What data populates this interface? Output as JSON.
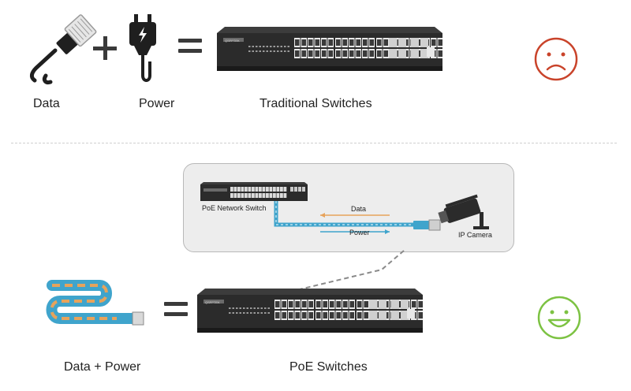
{
  "top_row": {
    "data_label": "Data",
    "power_label": "Power",
    "switch_label": "Traditional Switches",
    "switch_brand": "QSFPTEK"
  },
  "bottom_row": {
    "combined_label": "Data + Power",
    "switch_label": "PoE Switches",
    "switch_brand": "QSFPTEK"
  },
  "inset": {
    "switch_label": "PoE Network Switch",
    "data_label": "Data",
    "power_label": "Power",
    "camera_label": "IP Camera",
    "switch_brand": "QSFPTEK"
  },
  "colors": {
    "sad_face": "#c9432a",
    "happy_face": "#7cc242",
    "cable_blue": "#3fa4cc",
    "cable_orange": "#e7a35b",
    "switch_body": "#2b2b2b"
  },
  "icons": {
    "data_cable": "ethernet-cable-icon",
    "power_plug": "power-plug-icon",
    "sad": "sad-face-icon",
    "happy": "happy-face-icon",
    "poe_cable": "poe-cable-icon",
    "camera": "ip-camera-icon"
  }
}
